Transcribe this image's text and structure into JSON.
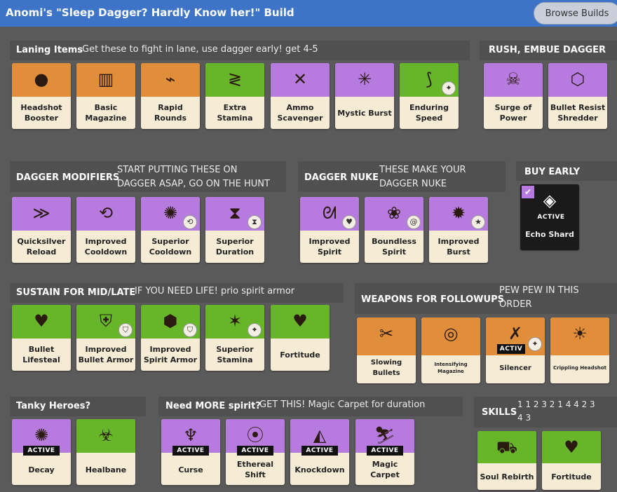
{
  "header": {
    "title": "Anomi's \"Sleep Dagger? Hardly Know her!\" Build",
    "browse_label": "Browse Builds"
  },
  "sections": {
    "laning": {
      "title": "Laning Items",
      "note": "Get these to fight in lane, use dagger early! get 4-5"
    },
    "rush": {
      "title": "RUSH, EMBUE DAGGER"
    },
    "dagger_mod": {
      "title": "DAGGER MODIFIERS",
      "note1": "START PUTTING THESE ON",
      "note2": "DAGGER ASAP, GO ON THE HUNT"
    },
    "dagger_nuke": {
      "title": "DAGGER NUKE",
      "note1": "THESE MAKE YOUR",
      "note2": "DAGGER NUKE"
    },
    "buy_early": {
      "title": "BUY EARLY"
    },
    "sustain": {
      "title": "SUSTAIN FOR MID/LATE",
      "note": "IF YOU NEED LIFE! prio spirit armor"
    },
    "weapons": {
      "title": "WEAPONS FOR FOLLOWUPS",
      "note1": "PEW PEW IN THIS",
      "note2": "ORDER"
    },
    "tanky": {
      "title": "Tanky Heroes?"
    },
    "spirit": {
      "title": "Need MORE spirit?",
      "note": "GET THIS! Magic Carpet for duration"
    },
    "skills": {
      "title": "SKILLS",
      "order1": "1 1 2 3 2 1 4 4 2 3",
      "order2": "4 3"
    }
  },
  "active_label": "ACTIVE",
  "active_label_cut": "ACTIV",
  "items": {
    "headshot_booster": {
      "name": "Headshot Booster",
      "icon": "headshot-icon",
      "color": "#e08e3a"
    },
    "basic_magazine": {
      "name": "Basic Magazine",
      "icon": "magazine-icon",
      "color": "#e08e3a"
    },
    "rapid_rounds": {
      "name": "Rapid Rounds",
      "icon": "rounds-icon",
      "color": "#e08e3a"
    },
    "extra_stamina": {
      "name": "Extra Stamina",
      "icon": "stamina-icon",
      "color": "#67b62a"
    },
    "ammo_scavenger": {
      "name": "Ammo Scavenger",
      "icon": "scavenger-icon",
      "color": "#b77be0"
    },
    "mystic_burst": {
      "name": "Mystic Burst",
      "icon": "burst-icon",
      "color": "#b77be0"
    },
    "enduring_speed": {
      "name": "Enduring Speed",
      "icon": "speed-icon",
      "color": "#67b62a"
    },
    "surge_of_power": {
      "name": "Surge of Power",
      "icon": "surge-icon",
      "color": "#b77be0"
    },
    "bullet_resist_shredder": {
      "name": "Bullet Resist Shredder",
      "icon": "shredder-icon",
      "color": "#b77be0"
    },
    "quicksilver_reload": {
      "name": "Quicksilver Reload",
      "icon": "reload-icon",
      "color": "#b77be0"
    },
    "improved_cooldown": {
      "name": "Improved Cooldown",
      "icon": "cooldown-icon",
      "color": "#b77be0"
    },
    "superior_cooldown": {
      "name": "Superior Cooldown",
      "icon": "cooldown-icon",
      "color": "#b77be0"
    },
    "superior_duration": {
      "name": "Superior Duration",
      "icon": "hourglass-icon",
      "color": "#b77be0"
    },
    "improved_spirit": {
      "name": "Improved Spirit",
      "icon": "spirit-icon",
      "color": "#b77be0"
    },
    "boundless_spirit": {
      "name": "Boundless Spirit",
      "icon": "spirit-icon",
      "color": "#b77be0"
    },
    "improved_burst": {
      "name": "Improved Burst",
      "icon": "burst-icon",
      "color": "#b77be0"
    },
    "echo_shard": {
      "name": "Echo Shard",
      "icon": "shard-icon",
      "color": "#1a1a1a"
    },
    "bullet_lifesteal": {
      "name": "Bullet Lifesteal",
      "icon": "lifesteal-icon",
      "color": "#67b62a"
    },
    "improved_bullet_armor": {
      "name": "Improved Bullet Armor",
      "icon": "armor-icon",
      "color": "#67b62a"
    },
    "improved_spirit_armor": {
      "name": "Improved Spirit Armor",
      "icon": "armor-icon",
      "color": "#67b62a"
    },
    "superior_stamina": {
      "name": "Superior Stamina",
      "icon": "stamina-icon",
      "color": "#67b62a"
    },
    "fortitude": {
      "name": "Fortitude",
      "icon": "heart-icon",
      "color": "#67b62a"
    },
    "slowing_bullets": {
      "name": "Slowing Bullets",
      "icon": "slow-icon",
      "color": "#e08e3a"
    },
    "intensifying_magazine": {
      "name": "Intensifying Magazine",
      "icon": "magazine-icon",
      "color": "#e08e3a"
    },
    "silencer": {
      "name": "Silencer",
      "icon": "silencer-icon",
      "color": "#e08e3a"
    },
    "crippling_headshot": {
      "name": "Crippling Headshot",
      "icon": "headshot-icon",
      "color": "#e08e3a"
    },
    "decay": {
      "name": "Decay",
      "icon": "decay-icon",
      "color": "#b77be0"
    },
    "healbane": {
      "name": "Healbane",
      "icon": "healbane-icon",
      "color": "#67b62a"
    },
    "curse": {
      "name": "Curse",
      "icon": "curse-icon",
      "color": "#b77be0"
    },
    "ethereal_shift": {
      "name": "Ethereal Shift",
      "icon": "shift-icon",
      "color": "#b77be0"
    },
    "knockdown": {
      "name": "Knockdown",
      "icon": "knockdown-icon",
      "color": "#b77be0"
    },
    "magic_carpet": {
      "name": "Magic Carpet",
      "icon": "carpet-icon",
      "color": "#b77be0"
    },
    "soul_rebirth": {
      "name": "Soul Rebirth",
      "icon": "rebirth-icon",
      "color": "#67b62a"
    },
    "fortitude_2": {
      "name": "Fortitude",
      "icon": "heart-icon",
      "color": "#67b62a"
    }
  }
}
